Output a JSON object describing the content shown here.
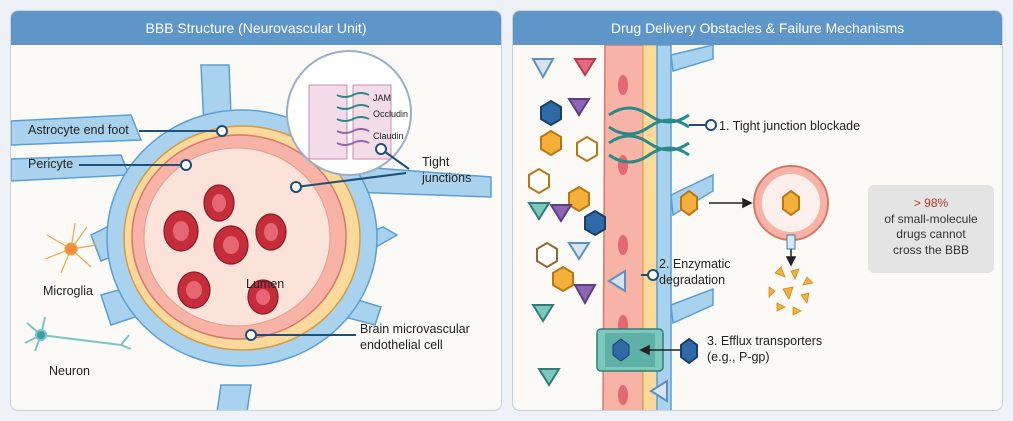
{
  "panels": {
    "left": {
      "title": "BBB Structure (Neurovascular Unit)",
      "labels": {
        "astrocyte": "Astrocyte end foot",
        "pericyte": "Pericyte",
        "tight_junctions": [
          "Tight",
          "junctions"
        ],
        "microglia": "Microglia",
        "neuron": "Neuron",
        "lumen": "Lumen",
        "endothelial": [
          "Brain microvascular",
          "endothelial cell"
        ],
        "inset": {
          "jam": "JAM",
          "occludin": "Occludin",
          "claudin": "Claudin"
        }
      }
    },
    "right": {
      "title": "Drug Delivery Obstacles & Failure Mechanisms",
      "mechanisms": {
        "tight": "1. Tight junction blockade",
        "enzymatic": [
          "2. Enzymatic",
          "degradation"
        ],
        "efflux": [
          "3. Efflux transporters",
          "(e.g., P-gp)"
        ]
      },
      "stat": {
        "percent": "> 98%",
        "lines": [
          "of small-molecule",
          "drugs cannot",
          "cross the BBB"
        ]
      }
    }
  },
  "colors": {
    "header": "#5f96c9",
    "astrocyte": "#a9d2ee",
    "endothelial": "#f6b3a6",
    "pericyte": "#fbd99a",
    "rbc": "#c62d3a",
    "label_line": "#1f4e79",
    "teal": "#7cc8bd",
    "purple": "#8e65b4",
    "orange": "#f5b03c",
    "navy": "#2e6aa8"
  },
  "icons": [
    "triangle-drug-icon",
    "hexagon-drug-icon",
    "rbc-icon",
    "microglia-icon",
    "neuron-icon",
    "efflux-pump-icon",
    "vesicle-icon"
  ]
}
